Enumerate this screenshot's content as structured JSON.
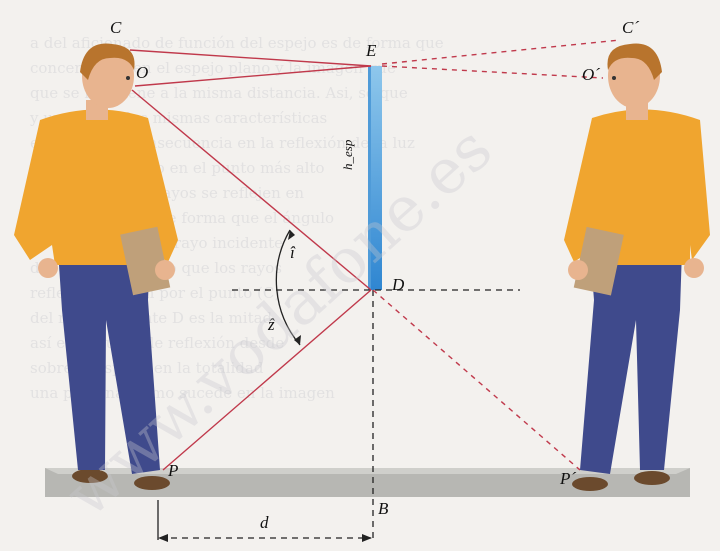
{
  "diagram": {
    "labels": {
      "C": "C",
      "C_prime": "C´",
      "E": "E",
      "O": "O",
      "O_prime": "O´",
      "D": "D",
      "P": "P",
      "P_prime": "P´",
      "B": "B",
      "d": "d",
      "angle_top": "î",
      "angle_bottom": "ẑ",
      "mirror_height": "h_esp"
    },
    "colors": {
      "ray": "#c0394b",
      "dashed_ray": "#c0394b",
      "guide": "#222222",
      "mirror_top": "#8ec7ec",
      "mirror_bottom": "#2f86d1",
      "floor": "#b7b7b3",
      "sweater": "#f0a52f",
      "jeans": "#3f4a8c",
      "skin": "#e8b48f",
      "hair": "#b8742d",
      "watermark": "#c9c9cf",
      "bg_text": "#d5d5d8"
    },
    "watermark_text": "www.vodafone.es",
    "background_text_lines": [
      "a del aficionado de función del espejo es de forma que",
      "concentrarte en el espejo plano y la imagen que",
      "que se mantiene a la misma distancia. Asi, se que",
      "y un eje con las mismas características",
      "el espejo. La consecuencia en la reflexión de la luz",
      "Un objeto situado en el punto más alto",
      "siempre que los rayos se reflejen en",
      "ángulos iguales, de forma que el ángulo",
      "de reflexión por el rayo incidente",
      "del espejo de modo que los rayos",
      "reflejados pasan por el punto (C)",
      "del rayo incidente D es la mitad",
      "así es el punto de reflexión desde",
      "sobre el espejo, en la totalidad",
      "una persona, como sucede en la imagen"
    ]
  }
}
